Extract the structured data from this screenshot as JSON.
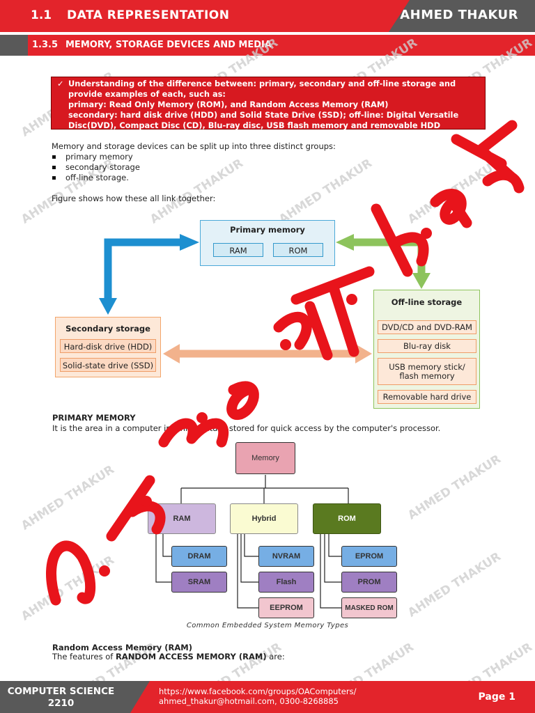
{
  "header": {
    "section_number": "1.1",
    "section_title": "DATA REPRESENTATION",
    "author": "AHMED THAKUR",
    "subsection_number": "1.3.5",
    "subsection_title": "MEMORY, STORAGE DEVICES AND MEDIA"
  },
  "objectives": {
    "line1": "Understanding of the difference between: primary, secondary and off-line storage and provide examples of each, such as:",
    "line2": "primary: Read Only Memory (ROM), and Random Access Memory (RAM)",
    "line3": "secondary: hard disk drive (HDD) and Solid State Drive (SSD); off-line: Digital Versatile Disc(DVD), Compact Disc (CD), Blu-ray disc, USB flash memory and removable HDD"
  },
  "intro": {
    "text": "Memory and storage devices can be split up into three distinct groups:",
    "bullets": [
      "primary memory",
      "secondary storage",
      "off-line storage."
    ],
    "figure_text": "Figure shows how these all link together:"
  },
  "storage_diagram": {
    "primary": {
      "title": "Primary memory",
      "items": [
        "RAM",
        "ROM"
      ]
    },
    "secondary": {
      "title": "Secondary storage",
      "items": [
        "Hard-disk drive (HDD)",
        "Solid-state drive (SSD)"
      ]
    },
    "offline": {
      "title": "Off-line storage",
      "items": [
        "DVD/CD and DVD-RAM",
        "Blu-ray disk",
        "USB memory stick/ flash memory",
        "Removable hard drive"
      ]
    }
  },
  "primary_memory": {
    "heading": "PRIMARY MEMORY",
    "text": "It is the area in a computer in which data is stored for quick access by the computer's processor."
  },
  "memory_tree": {
    "root": "Memory",
    "ram": "RAM",
    "hybrid": "Hybrid",
    "rom": "ROM",
    "dram": "DRAM",
    "sram": "SRAM",
    "nvram": "NVRAM",
    "flash": "Flash",
    "eeprom": "EEPROM",
    "eprom": "EPROM",
    "prom": "PROM",
    "masked_rom": "MASKED ROM",
    "caption": "Common Embedded System Memory Types"
  },
  "ram_section": {
    "heading": "Random Access Memory (RAM)",
    "features_prefix": "The features of ",
    "features_bold": "RANDOM ACCESS MEMORY (RAM)",
    "features_suffix": " are:"
  },
  "watermark": {
    "text": "AHMED THAKUR",
    "big_text": "AHMED THAKUR",
    "color": "#e8141b"
  },
  "footer": {
    "subject": "COMPUTER SCIENCE",
    "code": "2210",
    "link1": "https://www.facebook.com/groups/OAComputers/",
    "link2": "ahmed_thakur@hotmail.com, 0300-8268885",
    "page": "Page 1"
  },
  "colors": {
    "brand_red": "#e3242b",
    "grey": "#595959"
  }
}
